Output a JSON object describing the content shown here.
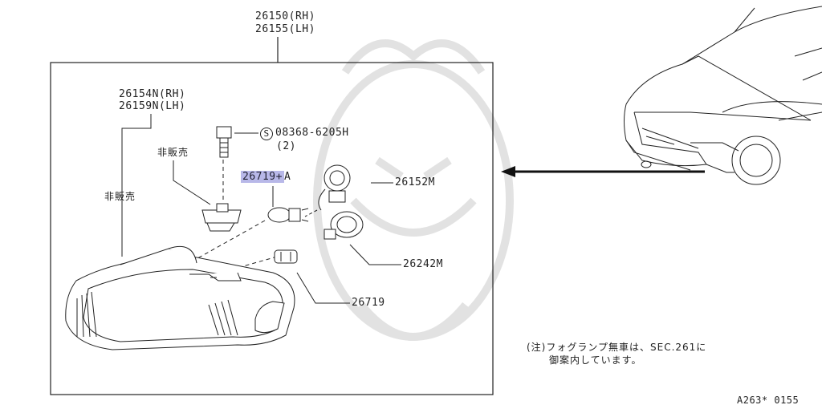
{
  "labels": {
    "assembly_rh": "26150(RH)",
    "assembly_lh": "26155(LH)",
    "bracket_rh": "26154N(RH)",
    "bracket_lh": "26159N(LH)",
    "not_sold_1": "非販売",
    "not_sold_2": "非販売",
    "bolt_symbol": "S",
    "bolt_part": "08368-6205H",
    "bolt_qty": "(2)",
    "bulb_highlight": "26719+",
    "bulb_suffix": "A",
    "socket_main": "26152M",
    "socket_side": "26242M",
    "bulb_small": "26719",
    "note_line1": "(注)フォグランプ無車は、SEC.261に",
    "note_line2": "御案内しています。",
    "figure_code": "A263* 0155"
  },
  "colors": {
    "line": "#222222",
    "highlight": "#b8b8e8",
    "watermark": "#d8d8d8"
  }
}
